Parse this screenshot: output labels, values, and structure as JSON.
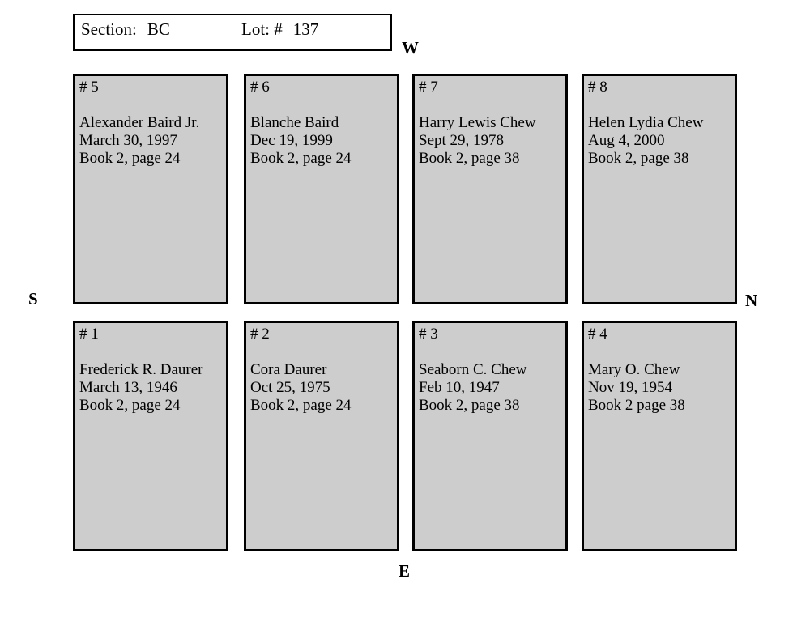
{
  "header": {
    "section_label": "Section:",
    "section_value": "BC",
    "lot_label": "Lot: #",
    "lot_value": "137"
  },
  "compass": {
    "west": "W",
    "south": "S",
    "north": "N",
    "east": "E"
  },
  "colors": {
    "page_bg": "#ffffff",
    "plot_fill": "#cdcdcd",
    "plot_border": "#000000"
  },
  "plots": [
    {
      "number_label": "# 5",
      "name": "Alexander Baird Jr.",
      "date": "March 30, 1997",
      "book": "Book 2, page 24"
    },
    {
      "number_label": "# 6",
      "name": "Blanche Baird",
      "date": "Dec 19, 1999",
      "book": "Book 2, page 24"
    },
    {
      "number_label": "# 7",
      "name": "Harry Lewis Chew",
      "date": "Sept 29, 1978",
      "book": "Book 2, page 38"
    },
    {
      "number_label": "# 8",
      "name": "Helen Lydia Chew",
      "date": "Aug 4, 2000",
      "book": "Book 2, page 38"
    },
    {
      "number_label": "# 1",
      "name": "Frederick R. Daurer",
      "date": "March 13, 1946",
      "book": "Book 2, page 24"
    },
    {
      "number_label": "# 2",
      "name": "Cora Daurer",
      "date": "Oct 25, 1975",
      "book": "Book 2, page 24"
    },
    {
      "number_label": "# 3",
      "name": "Seaborn C. Chew",
      "date": "Feb 10, 1947",
      "book": "Book 2, page 38"
    },
    {
      "number_label": "# 4",
      "name": "Mary O. Chew",
      "date": "Nov 19, 1954",
      "book": "Book 2 page 38"
    }
  ]
}
